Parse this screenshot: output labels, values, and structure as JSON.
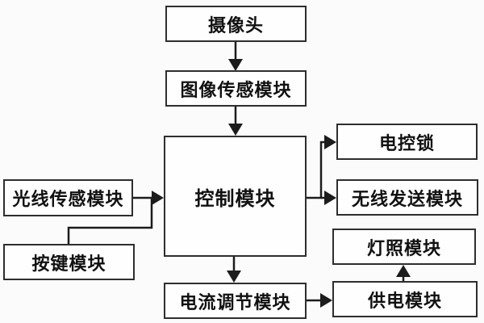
{
  "diagram": {
    "nodes": {
      "camera": {
        "label": "摄像头"
      },
      "image_sensor": {
        "label": "图像传感模块"
      },
      "control": {
        "label": "控制模块"
      },
      "light_sensor": {
        "label": "光线传感模块"
      },
      "button": {
        "label": "按键模块"
      },
      "electric_lock": {
        "label": "电控锁"
      },
      "wireless": {
        "label": "无线发送模块"
      },
      "lighting": {
        "label": "灯照模块"
      },
      "power_supply": {
        "label": "供电模块"
      },
      "current_regulator": {
        "label": "电流调节模块"
      }
    },
    "edges": [
      {
        "from": "camera",
        "to": "image_sensor"
      },
      {
        "from": "image_sensor",
        "to": "control"
      },
      {
        "from": "light_sensor",
        "to": "control"
      },
      {
        "from": "button",
        "to": "control"
      },
      {
        "from": "control",
        "to": "electric_lock"
      },
      {
        "from": "control",
        "to": "wireless"
      },
      {
        "from": "control",
        "to": "current_regulator"
      },
      {
        "from": "current_regulator",
        "to": "power_supply"
      },
      {
        "from": "power_supply",
        "to": "lighting"
      }
    ],
    "colors": {
      "background": "#fbfbfb",
      "box_border": "#2e2e2e",
      "box_fill": "#fefefe",
      "line": "#1c1c1c",
      "text": "#111111"
    }
  }
}
